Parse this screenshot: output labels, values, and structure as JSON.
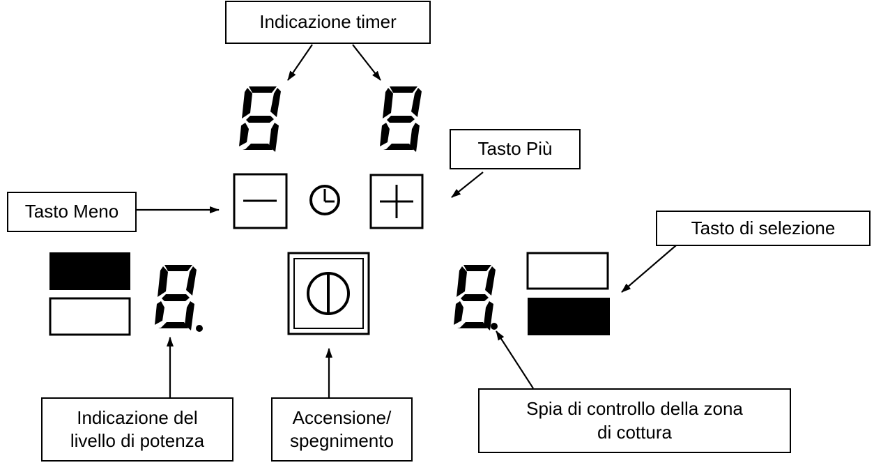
{
  "labels": {
    "timer": "Indicazione timer",
    "plus": "Tasto Più",
    "minus": "Tasto Meno",
    "selection": "Tasto di selezione",
    "power_level_line1": "Indicazione del",
    "power_level_line2": "livello di potenza",
    "onoff_line1": "Accensione/",
    "onoff_line2": "spegnimento",
    "indicator_line1": "Spia di controllo della zona",
    "indicator_line2": "di cottura"
  },
  "icons": {
    "minus_key": "minus-icon",
    "plus_key": "plus-icon",
    "timer": "clock-icon",
    "power_key": "power-icon"
  },
  "colors": {
    "ink": "#000000",
    "background": "#ffffff"
  }
}
